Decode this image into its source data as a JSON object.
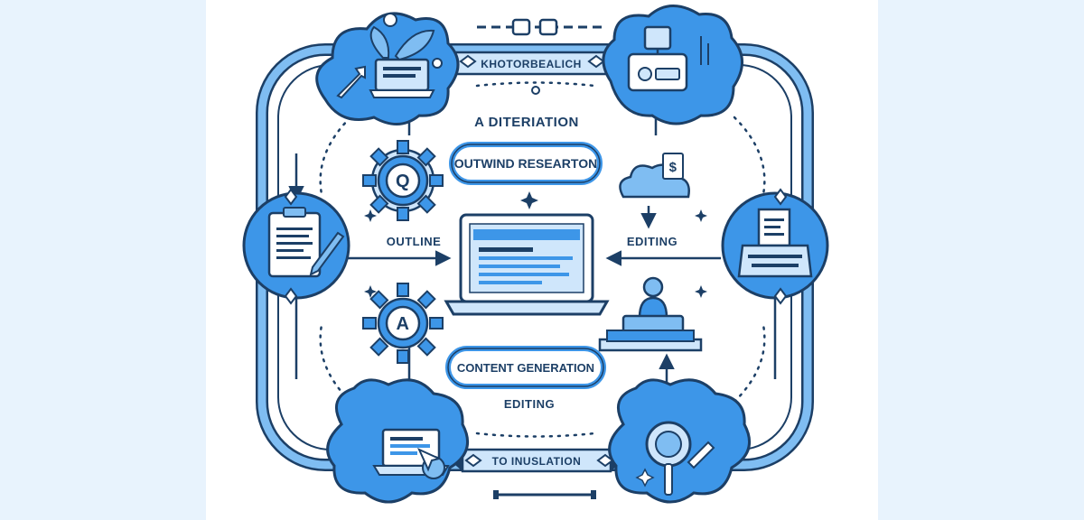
{
  "diagram": {
    "top_banner": "KHOTORBEALICH",
    "heading": "A DITERIATION",
    "research_pill": "OUTWIND RESEARTON",
    "outline_label": "OUTLINE",
    "editing_label_right": "EDITING",
    "content_pill": "CONTENT GENERATION",
    "editing_label_center": "EDITING",
    "bottom_banner": "TO INUSLATION",
    "gear_top_letter": "Q",
    "gear_bottom_letter": "A"
  },
  "colors": {
    "accent": "#3d96e8",
    "accent_light": "#cfe6fb",
    "accent_mid": "#7fbdf2",
    "ink": "#1c3f66",
    "background": "#e8f3fd",
    "canvas": "#ffffff"
  },
  "icons": [
    "plant-laptop-icon",
    "robot-computer-icon",
    "clipboard-pencil-icon",
    "typewriter-icon",
    "laptop-chat-icon",
    "magnifier-icon",
    "search-gear-icon",
    "letter-gear-icon",
    "cloud-dollar-icon",
    "person-desk-icon",
    "laptop-document-icon"
  ]
}
